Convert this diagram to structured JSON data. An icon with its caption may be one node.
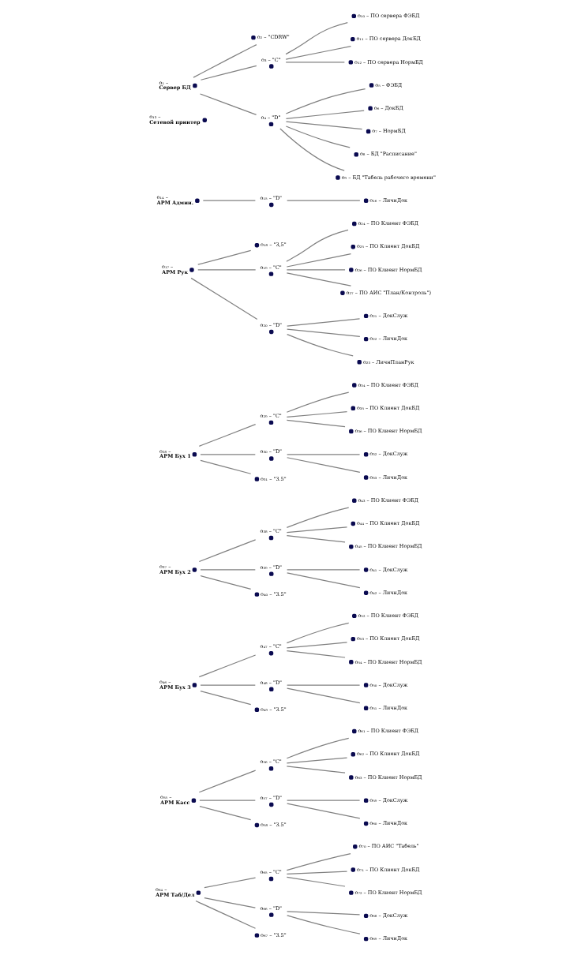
{
  "diagram": {
    "nodes": [
      {
        "text": [
          "o₁ –",
          "Сервер БД"
        ]
      },
      {
        "text": [
          "o₂ – \"CDRW\""
        ]
      },
      {
        "text": [
          "o₃ – \"C\""
        ]
      },
      {
        "text": [
          "o₄ – \"D\""
        ]
      },
      {
        "text": [
          "o₅ – ФЭБД"
        ]
      },
      {
        "text": [
          "o₆ – ДокБД"
        ]
      },
      {
        "text": [
          "o₇ – НормБД"
        ]
      },
      {
        "text": [
          "o₈ – БД \"Расписание\""
        ]
      },
      {
        "text": [
          "o₉ – БД \"Табель рабочего времени\""
        ]
      },
      {
        "text": [
          "o₁₀ – ПО сервера ФЭБД"
        ]
      },
      {
        "text": [
          "o₁₁ – ПО сервера ДокБД"
        ]
      },
      {
        "text": [
          "o₁₂ – ПО сервера НормБД"
        ]
      },
      {
        "text": [
          "o₁₃ –",
          "Сетевой принтер"
        ]
      },
      {
        "text": [
          "o₁₄ –",
          "АРМ Админ."
        ]
      },
      {
        "text": [
          "o₁₅ – \"D\""
        ]
      },
      {
        "text": [
          "o₁₆ – ЛичнДок"
        ]
      },
      {
        "text": [
          "o₁₇ –",
          "АРМ Рук"
        ]
      },
      {
        "text": [
          "o₁₈ – \"3,5\""
        ]
      },
      {
        "text": [
          "o₁₉ – \"C\""
        ]
      },
      {
        "text": [
          "o₂₀ – \"D\""
        ]
      },
      {
        "text": [
          "o₂₁ – ДокСлуж"
        ]
      },
      {
        "text": [
          "o₂₂ – ЛичнДок"
        ]
      },
      {
        "text": [
          "o₂₃ – ЛичнПланРук"
        ]
      },
      {
        "text": [
          "o₂₄ – ПО Клиент ФЭБД"
        ]
      },
      {
        "text": [
          "o₂₅ – ПО Клиент ДокБД"
        ]
      },
      {
        "text": [
          "o₂₆ – ПО Клиент НормБД"
        ]
      },
      {
        "text": [
          "o₂₇ – ПО АИС \"План/Контроль\")"
        ]
      },
      {
        "text": [
          "o₂₈ –",
          "АРМ Бух 1"
        ]
      },
      {
        "text": [
          "o₂₉ – \"C\""
        ]
      },
      {
        "text": [
          "o₃₀ – \"D\""
        ]
      },
      {
        "text": [
          "o₃₁ – \"3.5\""
        ]
      },
      {
        "text": [
          "o₃₂ – ДокСлуж"
        ]
      },
      {
        "text": [
          "o₃₃ – ЛичнДок"
        ]
      },
      {
        "text": [
          "o₃₄ – ПО Клиент ФЭБД"
        ]
      },
      {
        "text": [
          "o₃₅ – ПО Клиент ДокБД"
        ]
      },
      {
        "text": [
          "o₃₆ – ПО Клиент НормБД"
        ]
      },
      {
        "text": [
          "o₃₇ –",
          "АРМ Бух 2"
        ]
      },
      {
        "text": [
          "o₃₈ – \"C\""
        ]
      },
      {
        "text": [
          "o₃₉ – \"D\""
        ]
      },
      {
        "text": [
          "o₄₀ – \"3.5\""
        ]
      },
      {
        "text": [
          "o₄₁ – ДокСлуж"
        ]
      },
      {
        "text": [
          "o₄₂ – ЛичнДок"
        ]
      },
      {
        "text": [
          "o₄₃ – ПО Клиент ФЭБД"
        ]
      },
      {
        "text": [
          "o₄₄ – ПО Клиент ДокБД"
        ]
      },
      {
        "text": [
          "o₄₅ – ПО Клиент НормБД"
        ]
      },
      {
        "text": [
          "o₄₆ –",
          "АРМ Бух 3"
        ]
      },
      {
        "text": [
          "o₄₇ – \"C\""
        ]
      },
      {
        "text": [
          "o₄₈ – \"D\""
        ]
      },
      {
        "text": [
          "o₄₉ – \"3.5\""
        ]
      },
      {
        "text": [
          "o₅₀ – ДокСлуж"
        ]
      },
      {
        "text": [
          "o₅₁ – ЛичнДок"
        ]
      },
      {
        "text": [
          "o₅₂ – ПО Клиент ФЭБД"
        ]
      },
      {
        "text": [
          "o₅₃ – ПО Клиент ДокБД"
        ]
      },
      {
        "text": [
          "o₅₄ – ПО Клиент НормБД"
        ]
      },
      {
        "text": [
          "o₅₅ –",
          "АРМ Касс"
        ]
      },
      {
        "text": [
          "o₅₆ – \"C\""
        ]
      },
      {
        "text": [
          "o₅₇ – \"D\""
        ]
      },
      {
        "text": [
          "o₅₈ – \"3.5\""
        ]
      },
      {
        "text": [
          "o₅₉ – ДокСлуж"
        ]
      },
      {
        "text": [
          "o₆₀ – ЛичнДок"
        ]
      },
      {
        "text": [
          "o₆₁ – ПО Клиент ФЭБД"
        ]
      },
      {
        "text": [
          "o₆₂ – ПО Клиент ДокБД"
        ]
      },
      {
        "text": [
          "o₆₃ – ПО Клиент НормБД"
        ]
      },
      {
        "text": [
          "o₆₄ –",
          "АРМ Таб/Дел"
        ]
      },
      {
        "text": [
          "o₆₅ – \"C\""
        ]
      },
      {
        "text": [
          "o₆₆ – \"D\""
        ]
      },
      {
        "text": [
          "o₆₇ – \"3.5\""
        ]
      },
      {
        "text": [
          "o₆₈ – ДокСлуж"
        ]
      },
      {
        "text": [
          "o₆₉ – ЛичнДок"
        ]
      },
      {
        "text": [
          "o₇₀ – ПО АИС \"Табель\""
        ]
      },
      {
        "text": [
          "o₇₁ – ПО Клиент ДокБД"
        ]
      },
      {
        "text": [
          "o₇₂ – ПО Клиент НормБД"
        ]
      }
    ],
    "edges": [
      {
        "from": 0,
        "to": 1,
        "arrow": "none"
      },
      {
        "from": 0,
        "to": 2,
        "arrow": "none"
      },
      {
        "from": 0,
        "to": 3,
        "arrow": "none"
      },
      {
        "from": 2,
        "to": 9,
        "arrow": "none"
      },
      {
        "from": 2,
        "to": 10,
        "arrow": "none"
      },
      {
        "from": 2,
        "to": 11,
        "arrow": "none"
      },
      {
        "from": 3,
        "to": 4,
        "arrow": "none"
      },
      {
        "from": 3,
        "to": 5,
        "arrow": "none"
      },
      {
        "from": 3,
        "to": 6,
        "arrow": "none"
      },
      {
        "from": 3,
        "to": 7,
        "arrow": "none"
      },
      {
        "from": 3,
        "to": 8,
        "arrow": "none"
      },
      {
        "from": 13,
        "to": 14,
        "arrow": "none"
      },
      {
        "from": 14,
        "to": 15,
        "arrow": "none"
      },
      {
        "from": 16,
        "to": 17,
        "arrow": "none"
      },
      {
        "from": 16,
        "to": 18,
        "arrow": "none"
      },
      {
        "from": 16,
        "to": 19,
        "arrow": "none"
      },
      {
        "from": 18,
        "to": 23,
        "arrow": "none"
      },
      {
        "from": 18,
        "to": 24,
        "arrow": "none"
      },
      {
        "from": 18,
        "to": 25,
        "arrow": "none"
      },
      {
        "from": 18,
        "to": 26,
        "arrow": "none"
      },
      {
        "from": 19,
        "to": 20,
        "arrow": "none"
      },
      {
        "from": 19,
        "to": 21,
        "arrow": "none"
      },
      {
        "from": 19,
        "to": 22,
        "arrow": "none"
      },
      {
        "from": 27,
        "to": 28,
        "arrow": "none"
      },
      {
        "from": 27,
        "to": 29,
        "arrow": "none"
      },
      {
        "from": 27,
        "to": 30,
        "arrow": "none"
      },
      {
        "from": 28,
        "to": 33,
        "arrow": "none"
      },
      {
        "from": 28,
        "to": 34,
        "arrow": "none"
      },
      {
        "from": 28,
        "to": 35,
        "arrow": "none"
      },
      {
        "from": 29,
        "to": 31,
        "arrow": "none"
      },
      {
        "from": 29,
        "to": 32,
        "arrow": "none"
      },
      {
        "from": 36,
        "to": 37,
        "arrow": "none"
      },
      {
        "from": 36,
        "to": 38,
        "arrow": "none"
      },
      {
        "from": 36,
        "to": 39,
        "arrow": "none"
      },
      {
        "from": 37,
        "to": 42,
        "arrow": "none"
      },
      {
        "from": 37,
        "to": 43,
        "arrow": "none"
      },
      {
        "from": 37,
        "to": 44,
        "arrow": "none"
      },
      {
        "from": 38,
        "to": 40,
        "arrow": "none"
      },
      {
        "from": 38,
        "to": 41,
        "arrow": "none"
      },
      {
        "from": 45,
        "to": 46,
        "arrow": "none"
      },
      {
        "from": 45,
        "to": 47,
        "arrow": "none"
      },
      {
        "from": 45,
        "to": 48,
        "arrow": "none"
      },
      {
        "from": 46,
        "to": 51,
        "arrow": "none"
      },
      {
        "from": 46,
        "to": 52,
        "arrow": "none"
      },
      {
        "from": 46,
        "to": 53,
        "arrow": "none"
      },
      {
        "from": 47,
        "to": 49,
        "arrow": "none"
      },
      {
        "from": 47,
        "to": 50,
        "arrow": "none"
      },
      {
        "from": 54,
        "to": 55,
        "arrow": "none"
      },
      {
        "from": 54,
        "to": 56,
        "arrow": "none"
      },
      {
        "from": 54,
        "to": 57,
        "arrow": "none"
      },
      {
        "from": 55,
        "to": 60,
        "arrow": "none"
      },
      {
        "from": 55,
        "to": 61,
        "arrow": "none"
      },
      {
        "from": 55,
        "to": 62,
        "arrow": "none"
      },
      {
        "from": 56,
        "to": 58,
        "arrow": "none"
      },
      {
        "from": 56,
        "to": 59,
        "arrow": "none"
      },
      {
        "from": 63,
        "to": 64,
        "arrow": "none"
      },
      {
        "from": 63,
        "to": 65,
        "arrow": "none"
      },
      {
        "from": 63,
        "to": 66,
        "arrow": "none"
      },
      {
        "from": 64,
        "to": 69,
        "arrow": "none"
      },
      {
        "from": 64,
        "to": 70,
        "arrow": "none"
      },
      {
        "from": 64,
        "to": 71,
        "arrow": "none"
      },
      {
        "from": 65,
        "to": 67,
        "arrow": "none"
      },
      {
        "from": 65,
        "to": 68,
        "arrow": "none"
      }
    ]
  }
}
